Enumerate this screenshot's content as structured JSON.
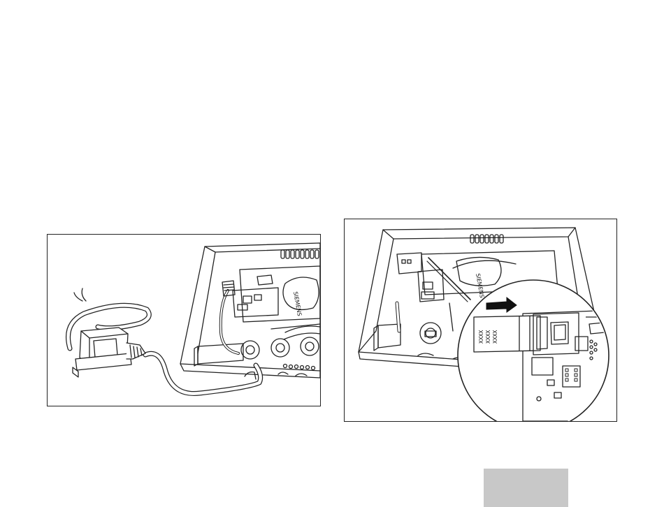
{
  "figures": {
    "left": {
      "board_brand": "SIEMENS"
    },
    "right": {
      "board_brand": "SIEMENS",
      "sim_card_text": [
        "XXXX",
        "XXXX",
        "XXXX"
      ],
      "arrow_icon": "right-arrow-icon"
    }
  },
  "colors": {
    "line": "#222222",
    "page_tab": "#c8c8c8",
    "arrow": "#111111"
  }
}
